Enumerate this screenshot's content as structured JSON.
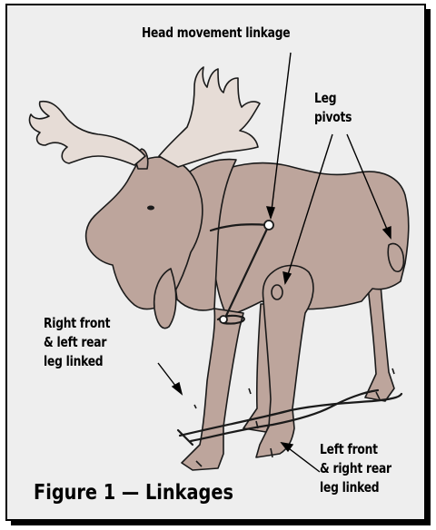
{
  "figure": {
    "title": "Figure 1 — Linkages"
  },
  "labels": {
    "head_linkage": "Head movement linkage",
    "leg_pivots": [
      "Leg",
      "pivots"
    ],
    "right_front_left_rear": [
      "Right front",
      "& left rear",
      "leg linked"
    ],
    "left_front_right_rear": [
      "Left front",
      "& right rear",
      "leg linked"
    ]
  },
  "colors": {
    "body": "#bda59c",
    "antler": "#e6dcd6",
    "outline": "#1a1a1a",
    "background": "#eeeeee"
  }
}
